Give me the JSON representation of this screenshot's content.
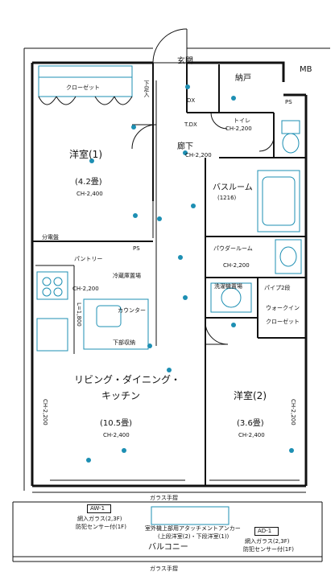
{
  "rooms": {
    "western_room_1": {
      "name": "洋室(1)",
      "size": "(4.2畳)",
      "ceiling": "CH-2,400"
    },
    "ldk": {
      "name_line1": "リビング・ダイニング・",
      "name_line2": "キッチン",
      "size": "(10.5畳)",
      "ceiling": "CH-2,400"
    },
    "western_room_2": {
      "name": "洋室(2)",
      "size": "(3.6畳)",
      "ceiling": "CH-2,400"
    },
    "entrance": {
      "name": "玄関"
    },
    "storage": {
      "name": "納戸"
    },
    "toilet": {
      "name": "トイレ",
      "ceiling": "CH-2,200"
    },
    "hallway": {
      "name": "廊下",
      "ceiling": "CH-2,200"
    },
    "bathroom": {
      "name": "バスルーム",
      "size": "(1216)"
    },
    "powder_room": {
      "name": "パウダールーム",
      "ceiling": "CH-2,200"
    },
    "walk_in_closet": {
      "name_line1": "ウォークイン",
      "name_line2": "クローゼット"
    },
    "balcony": {
      "name": "バルコニー"
    }
  },
  "labels": {
    "closet": "クローゼット",
    "shoe_box": "下足入",
    "mb": "MB",
    "ps_top": "PS",
    "ps_mid": "PS",
    "dx": "DX",
    "tdx": "T.DX",
    "hallway_ceiling_left": "CH-2,200",
    "kitchen_ceiling": "CH-2,200",
    "panel": "分電盤",
    "pantry": "パントリー",
    "fridge": "冷蔵庫置場",
    "counter": "カウンター",
    "counter_under": "下部収納",
    "kitchen_dim": "L=1,800",
    "left_wall_ch": "CH-2,200",
    "right_wall_ch": "CH-2,200",
    "washer": "洗濯機置場",
    "pipe_space": "パイプ2段",
    "glass_handrail": "ガラス手摺",
    "aw1": "AW-1",
    "ad1": "AD-1",
    "aw1_note1": "網入ガラス(2,3F)",
    "aw1_note2": "防犯センサー付(1F)",
    "ad1_note1": "網入ガラス(2,3F)",
    "ad1_note2": "防犯センサー付(1F)",
    "balcony_note1": "室外機上部用アタッチメントアンカー",
    "balcony_note2": "(上段洋室(2)・下段洋室(1))"
  },
  "colors": {
    "wall": "#111111",
    "fixture": "#1d8fb3",
    "door": "#111111"
  }
}
